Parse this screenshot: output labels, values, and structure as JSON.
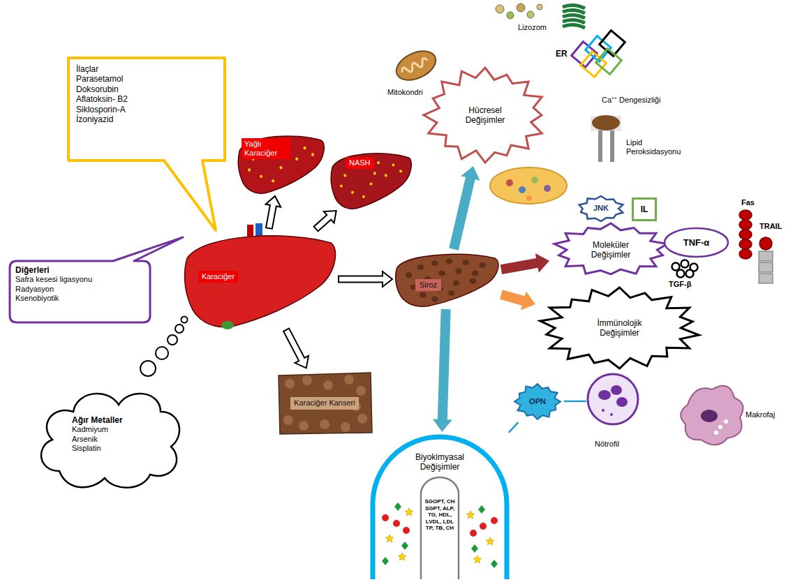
{
  "diagram": {
    "nodes": [
      {
        "text": [
          "İlaçlar",
          "Parasetamol",
          "Doksorubin",
          "Aflatoksin- B2",
          "Siklosporin-A",
          "İzoniyazid"
        ]
      },
      {
        "text": [
          "Diğerleri",
          "Safra kesesi ligasyonu",
          "Radyasyon",
          "Ksenobiyotik"
        ]
      },
      {
        "text": [
          "Ağır Metaller",
          "Kadmiyum",
          "Arsenik",
          "Sisplatin"
        ]
      },
      {
        "text": [
          "Karaciğer"
        ]
      },
      {
        "text": [
          "Yağlı Karaciğer"
        ]
      },
      {
        "text": [
          "NASH"
        ]
      },
      {
        "text": [
          "Siroz"
        ]
      },
      {
        "text": [
          "Karaciğer Kanseri"
        ]
      },
      {
        "text": [
          "Hücresel Değişimler"
        ]
      },
      {
        "text": [
          "Moleküler Değişimler"
        ]
      },
      {
        "text": [
          "JNK"
        ]
      },
      {
        "text": [
          "IL"
        ]
      },
      {
        "text": [
          "TNF-α"
        ]
      },
      {
        "text": [
          "İmmünolojik Değişimler"
        ]
      },
      {
        "text": [
          "Biyokimyasal Değişimler"
        ]
      },
      {
        "text": [
          "SGOPT, CH SGPT, ALP, TG, HDL, LVDL, LDL TP, TB, CH"
        ],
        "in": 14
      },
      {
        "text": [
          "OPN"
        ]
      }
    ],
    "edges": [
      {
        "from": 3,
        "to": 4,
        "arrow": "to"
      },
      {
        "from": 3,
        "to": 5,
        "arrow": "to"
      },
      {
        "from": 3,
        "to": 6,
        "arrow": "to"
      },
      {
        "from": 3,
        "to": 7,
        "arrow": "to"
      },
      {
        "from": 6,
        "to": 8,
        "arrow": "to"
      },
      {
        "from": 6,
        "to": 9,
        "arrow": "to"
      },
      {
        "from": 6,
        "to": 13,
        "arrow": "to"
      },
      {
        "from": 6,
        "to": 14,
        "arrow": "to"
      },
      {
        "from": 14,
        "to": 16,
        "arrow": "none"
      }
    ],
    "labels": [
      "Mitokondri",
      "Lizozom",
      "ER",
      "Ca⁺⁺ Dengesizliği",
      "Lipid Peroksidasyonu",
      "Fas",
      "TRAIL",
      "TGF-β",
      "Makrofaj",
      "Nötrofil"
    ]
  }
}
